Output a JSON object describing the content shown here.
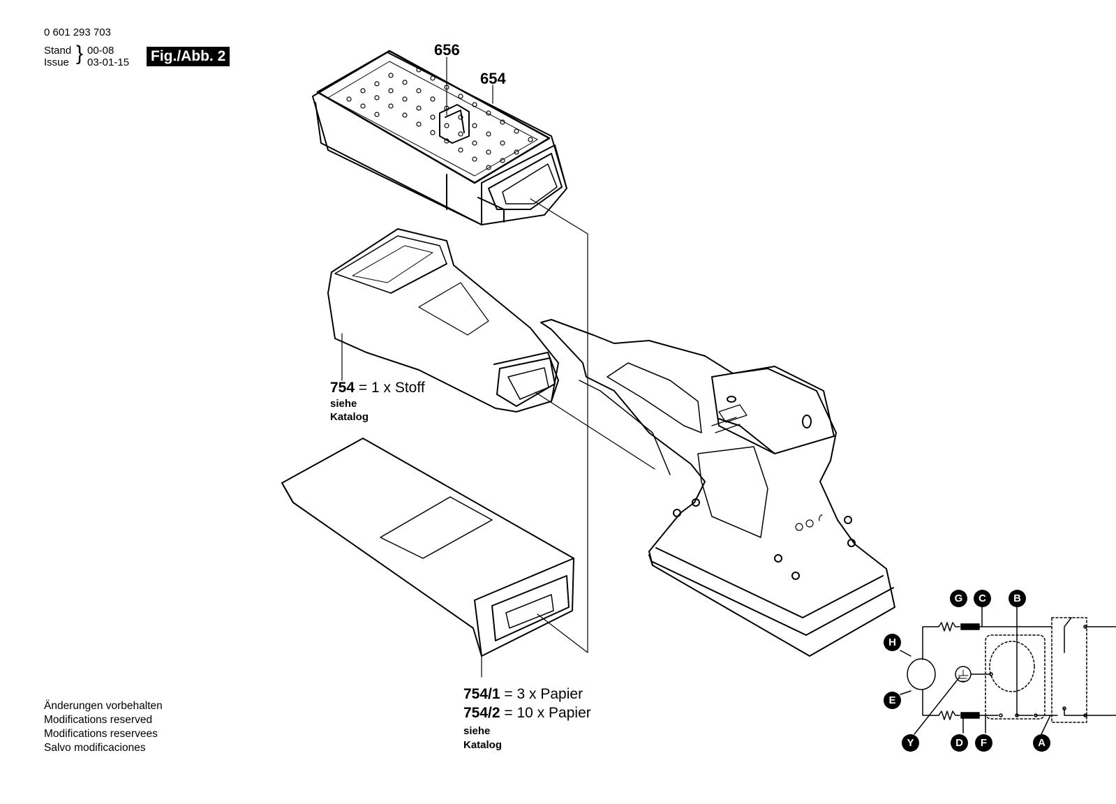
{
  "header": {
    "part_number": "0 601 293 703",
    "stand_label": "Stand",
    "issue_label": "Issue",
    "stand_date": "00-08",
    "issue_date": "03-01-15",
    "figure_label": "Fig./Abb. 2"
  },
  "callouts": {
    "p656": "656",
    "p654": "654",
    "p754_num": "754",
    "p754_desc": "= 1 x Stoff",
    "p754_siehe": "siehe",
    "p754_katalog": "Katalog",
    "p7541_num": "754/1",
    "p7541_desc": "=   3 x Papier",
    "p7542_num": "754/2",
    "p7542_desc": "= 10 x Papier",
    "paper_siehe": "siehe",
    "paper_katalog": "Katalog"
  },
  "notice": {
    "line_de": "Änderungen vorbehalten",
    "line_en": "Modifications reserved",
    "line_fr": "Modifications reservees",
    "line_es": "Salvo modificaciones"
  },
  "wiring": {
    "markers": {
      "G": "G",
      "C": "C",
      "B": "B",
      "H": "H",
      "E": "E",
      "Y": "Y",
      "D": "D",
      "F": "F",
      "A": "A"
    }
  }
}
